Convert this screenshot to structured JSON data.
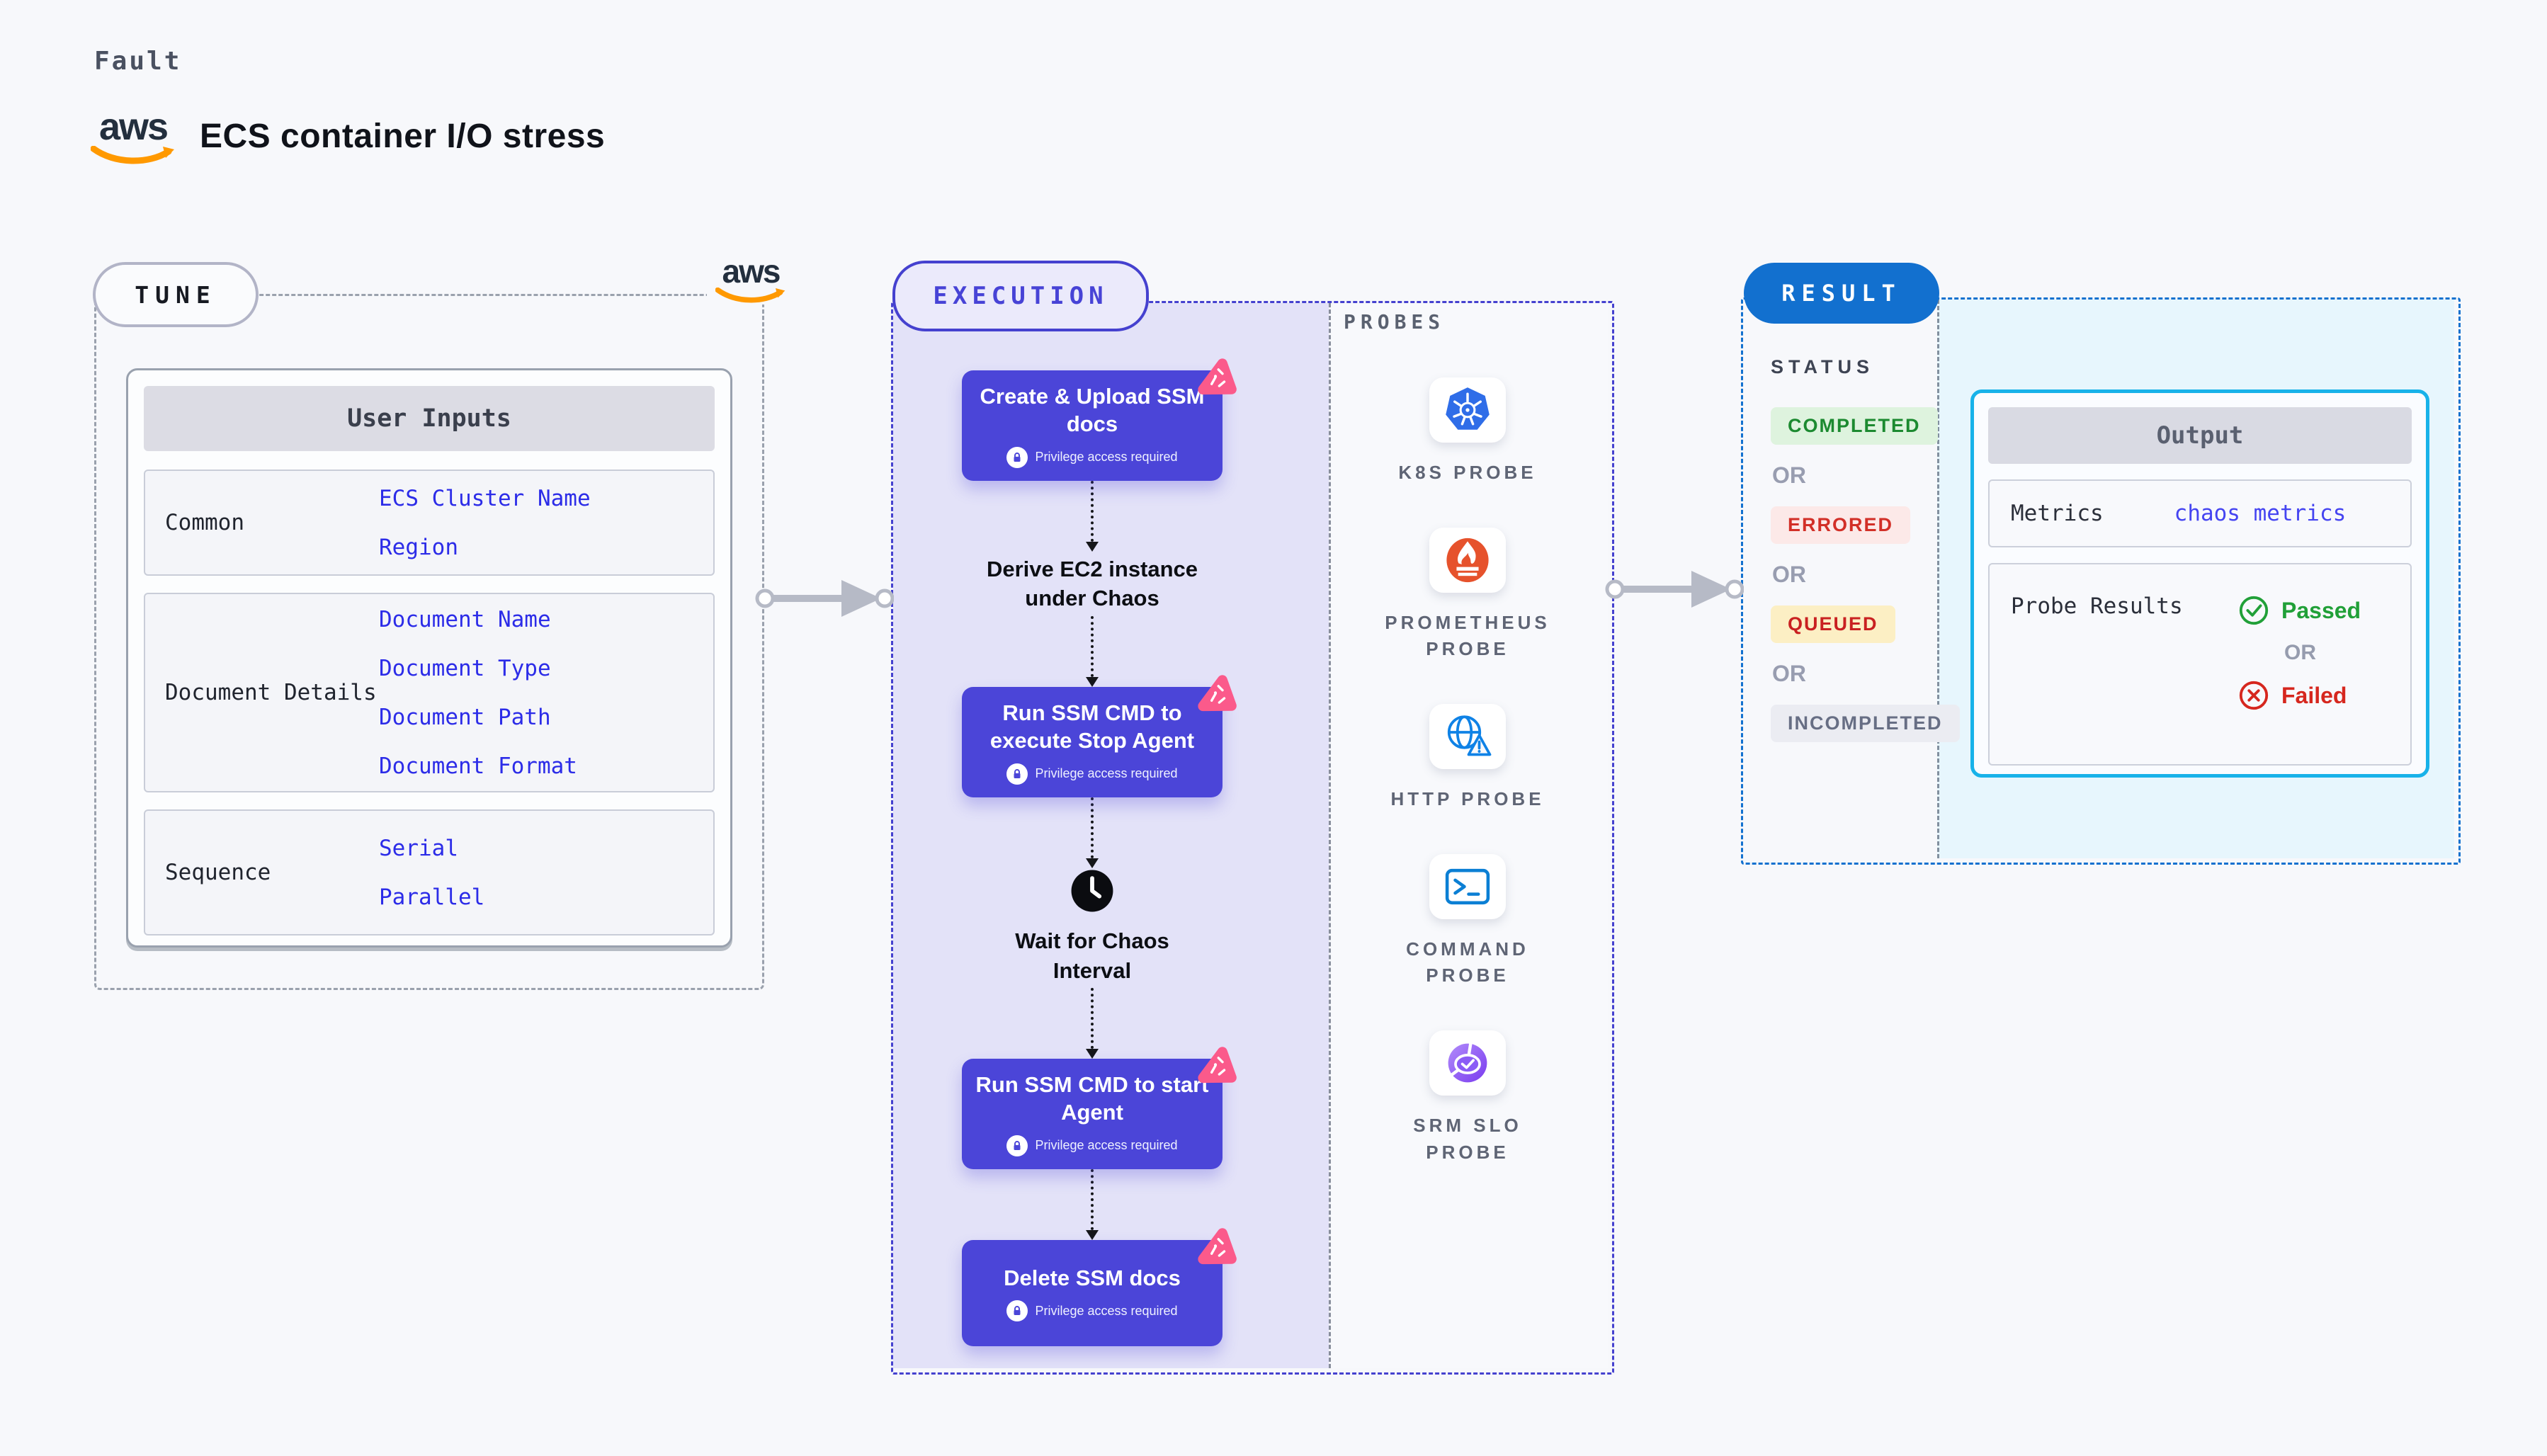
{
  "page": {
    "kind_label": "Fault",
    "title": "ECS container I/O stress",
    "brand": "aws"
  },
  "tune": {
    "badge": "TUNE",
    "user_inputs": {
      "header": "User Inputs",
      "groups": [
        {
          "label": "Common",
          "links": [
            "ECS Cluster Name",
            "Region"
          ]
        },
        {
          "label": "Document Details",
          "links": [
            "Document Name",
            "Document Type",
            "Document Path",
            "Document Format"
          ]
        },
        {
          "label": "Sequence",
          "links": [
            "Serial",
            "Parallel"
          ]
        }
      ]
    }
  },
  "execution": {
    "badge": "EXECUTION",
    "steps": [
      {
        "type": "card",
        "title": "Create & Upload SSM docs",
        "note": "Privilege access required"
      },
      {
        "type": "text",
        "title": "Derive EC2 instance under Chaos"
      },
      {
        "type": "card",
        "title": "Run SSM CMD to execute Stop Agent",
        "note": "Privilege access required"
      },
      {
        "type": "wait",
        "title": "Wait for Chaos Interval"
      },
      {
        "type": "card",
        "title": "Run SSM CMD to start Agent",
        "note": "Privilege access required"
      },
      {
        "type": "card",
        "title": "Delete SSM docs",
        "note": "Privilege access required"
      }
    ]
  },
  "probes": {
    "header": "PROBES",
    "items": [
      {
        "label": "K8S PROBE",
        "icon": "kubernetes-icon"
      },
      {
        "label": "PROMETHEUS PROBE",
        "icon": "prometheus-icon"
      },
      {
        "label": "HTTP PROBE",
        "icon": "http-globe-icon"
      },
      {
        "label": "COMMAND PROBE",
        "icon": "terminal-icon"
      },
      {
        "label": "SRM SLO PROBE",
        "icon": "srm-slo-icon"
      }
    ]
  },
  "result": {
    "badge": "RESULT",
    "status": {
      "header": "STATUS",
      "separator": "OR",
      "badges": [
        {
          "label": "COMPLETED",
          "bg": "#def3de",
          "color": "#1c8a30"
        },
        {
          "label": "ERRORED",
          "bg": "#fce9e8",
          "color": "#d22f27"
        },
        {
          "label": "QUEUED",
          "bg": "#fcefc4",
          "color": "#c92121"
        },
        {
          "label": "INCOMPLETED",
          "bg": "#ebecf2",
          "color": "#676e84"
        }
      ]
    },
    "output": {
      "header": "Output",
      "metrics_label": "Metrics",
      "metrics_value": "chaos metrics",
      "probe_results_label": "Probe Results",
      "passed_label": "Passed",
      "or_label": "OR",
      "failed_label": "Failed",
      "passed_color": "#21a038",
      "failed_color": "#d6271e"
    }
  },
  "colors": {
    "page_bg": "#f7f8fb",
    "card_indigo": "#4b45d8",
    "exec_border": "#4541cf",
    "exec_fill": "#e3e2f8",
    "result_border": "#1371cf",
    "result_fill": "#e7f6fd",
    "output_border": "#18b2e9",
    "link_blue": "#2c2ce8",
    "aws_orange": "#ff9900",
    "chaos_pink": "#fb5a8b"
  }
}
